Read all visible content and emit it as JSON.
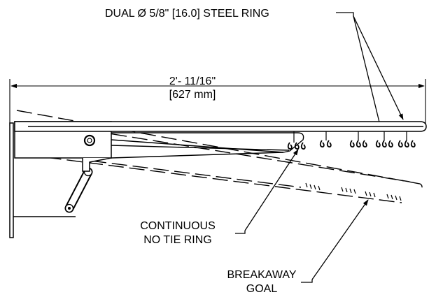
{
  "labels": {
    "steel_ring": "DUAL Ø 5/8\" [16.0] STEEL RING",
    "width_imperial": "2'- 11/16\"",
    "width_metric": "[627 mm]",
    "no_tie_line1": "CONTINUOUS",
    "no_tie_line2": "NO TIE RING",
    "breakaway_line1": "BREAKAWAY",
    "breakaway_line2": "GOAL"
  },
  "colors": {
    "ink": "#000000",
    "background": "#ffffff"
  }
}
